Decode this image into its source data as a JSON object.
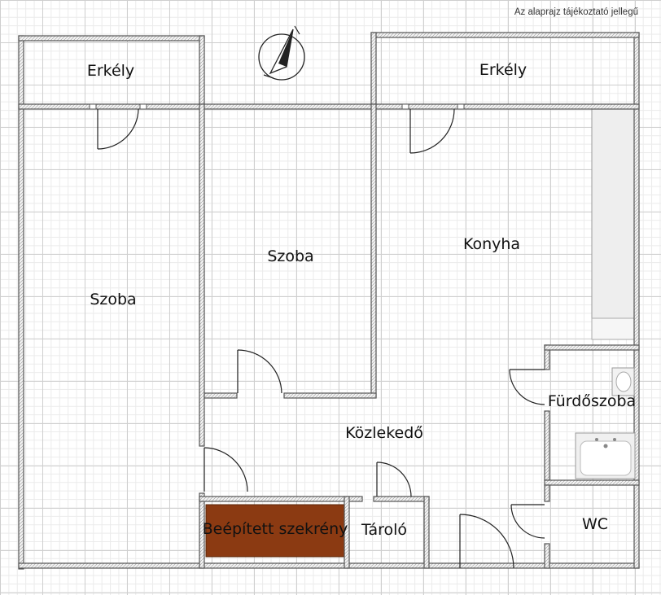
{
  "note": "Az alaprajz tájékoztató jellegű",
  "rooms": {
    "balcony_left": "Erkély",
    "balcony_right": "Erkély",
    "room_left": "Szoba",
    "room_middle": "Szoba",
    "kitchen": "Konyha",
    "hallway": "Közlekedő",
    "bathroom": "Fürdőszoba",
    "closet": "Beépített szekrény",
    "storage": "Tároló",
    "wc": "WC"
  },
  "colors": {
    "wall": "#555555",
    "wall_fill": "#f4f4f4",
    "closet": "#8b3a12",
    "counter": "#eeeeee"
  }
}
